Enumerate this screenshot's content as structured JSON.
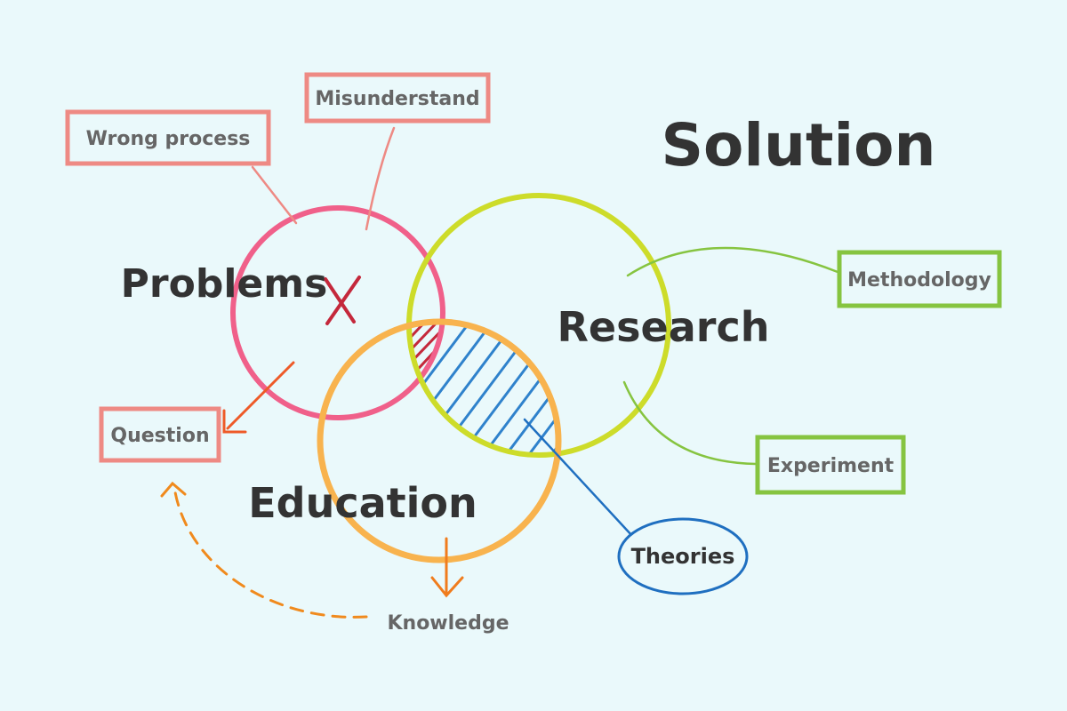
{
  "title": "Solution",
  "circles": {
    "problems": "Problems",
    "research": "Research",
    "education": "Education"
  },
  "labels": {
    "misunderstand": "Misunderstand",
    "wrong_process": "Wrong process",
    "question": "Question",
    "methodology": "Methodology",
    "experiment": "Experiment",
    "theories": "Theories",
    "knowledge": "Knowledge"
  },
  "colors": {
    "background": "#eaf9fb",
    "problems": "#f0608a",
    "research": "#cddc2a",
    "education": "#f8b34e",
    "boxes_red": "#ee8a84",
    "boxes_green": "#86c440",
    "theories_blue": "#1f6fc0",
    "hatch_blue": "#2f82cc",
    "hatch_red": "#c4283b",
    "arrow_orange": "#f07c1d",
    "arrow_red": "#ee5a28"
  }
}
